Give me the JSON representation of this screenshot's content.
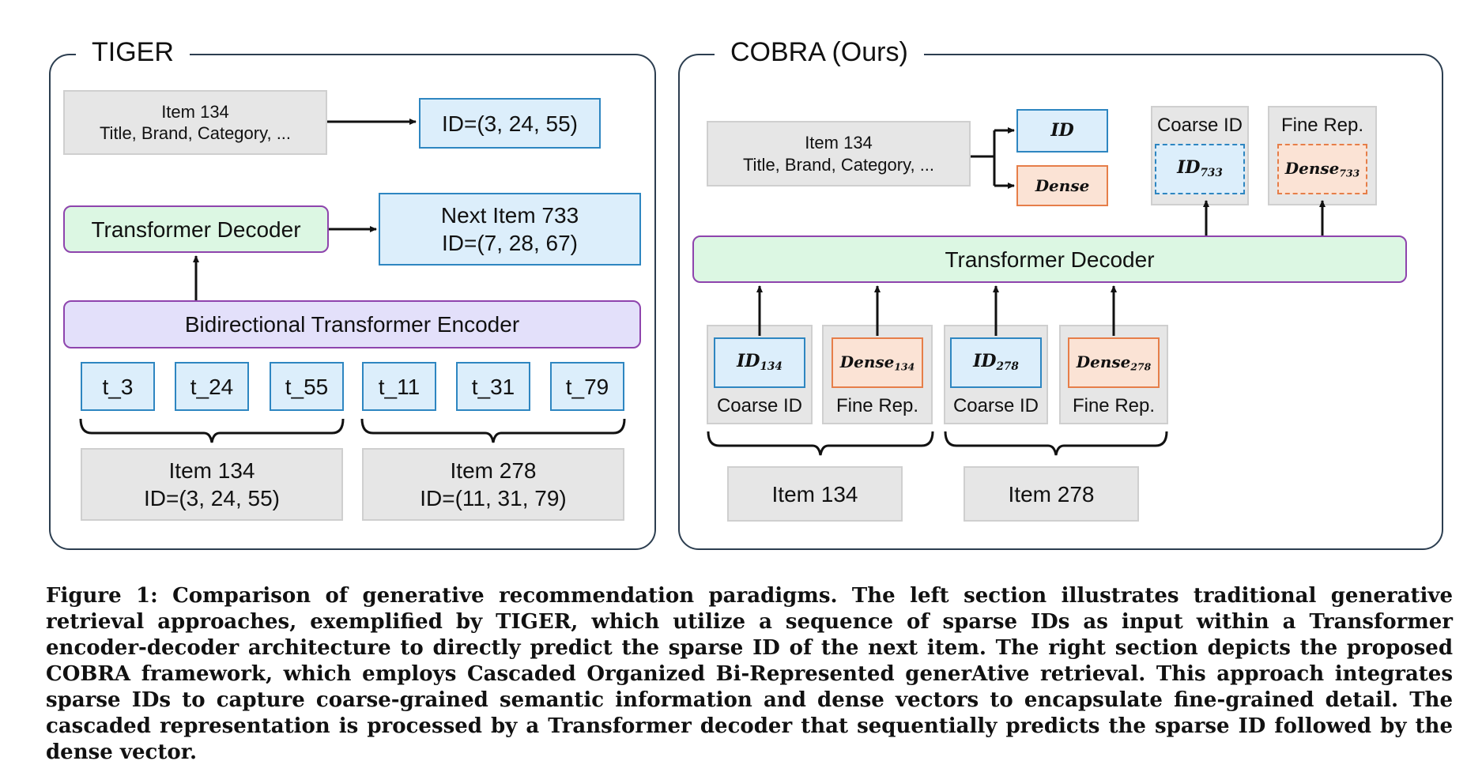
{
  "tiger": {
    "title": "TIGER",
    "item": {
      "line1": "Item 134",
      "line2": "Title, Brand, Category, ..."
    },
    "item_id": "ID=(3, 24, 55)",
    "decoder": "Transformer Decoder",
    "next": {
      "line1": "Next Item 733",
      "line2": "ID=(7, 28, 67)"
    },
    "encoder": "Bidirectional Transformer Encoder",
    "tokens": [
      "t_3",
      "t_24",
      "t_55",
      "t_11",
      "t_31",
      "t_79"
    ],
    "group1": {
      "line1": "Item 134",
      "line2": "ID=(3, 24, 55)"
    },
    "group2": {
      "line1": "Item 278",
      "line2": "ID=(11, 31, 79)"
    }
  },
  "cobra": {
    "title": "COBRA (Ours)",
    "item": {
      "line1": "Item 134",
      "line2": "Title, Brand, Category, ..."
    },
    "id_label": "ID",
    "dense_label": "Dense",
    "coarse_label": "Coarse ID",
    "fine_label": "Fine Rep.",
    "out_id": {
      "base": "ID",
      "sub": "733"
    },
    "out_dense": {
      "base": "Dense",
      "sub": "733"
    },
    "decoder": "Transformer Decoder",
    "in_id1": {
      "base": "ID",
      "sub": "134"
    },
    "in_dense1": {
      "base": "Dense",
      "sub": "134"
    },
    "in_id2": {
      "base": "ID",
      "sub": "278"
    },
    "in_dense2": {
      "base": "Dense",
      "sub": "278"
    },
    "in_coarse1": "Coarse ID",
    "in_fine1": "Fine Rep.",
    "in_coarse2": "Coarse ID",
    "in_fine2": "Fine Rep.",
    "group1": "Item 134",
    "group2": "Item 278"
  },
  "caption": "Figure 1: Comparison of generative recommendation paradigms. The left section illustrates traditional generative retrieval approaches, exemplified by TIGER, which utilize a sequence of sparse IDs as input within a Transformer encoder-decoder architecture to directly predict the sparse ID of the next item. The right section depicts the proposed COBRA framework, which employs Cascaded Organized Bi-Represented generAtive retrieval. This approach integrates sparse IDs to capture coarse-grained semantic information and dense vectors to encapsulate fine-grained detail. The cascaded representation is processed by a Transformer decoder that sequentially predicts the sparse ID followed by the dense vector.",
  "colors": {
    "blue": "#dceefb",
    "green": "#dcf7e3",
    "purple": "#e3e0fa",
    "orange": "#fbe3d5",
    "gray": "#e6e6e6"
  }
}
